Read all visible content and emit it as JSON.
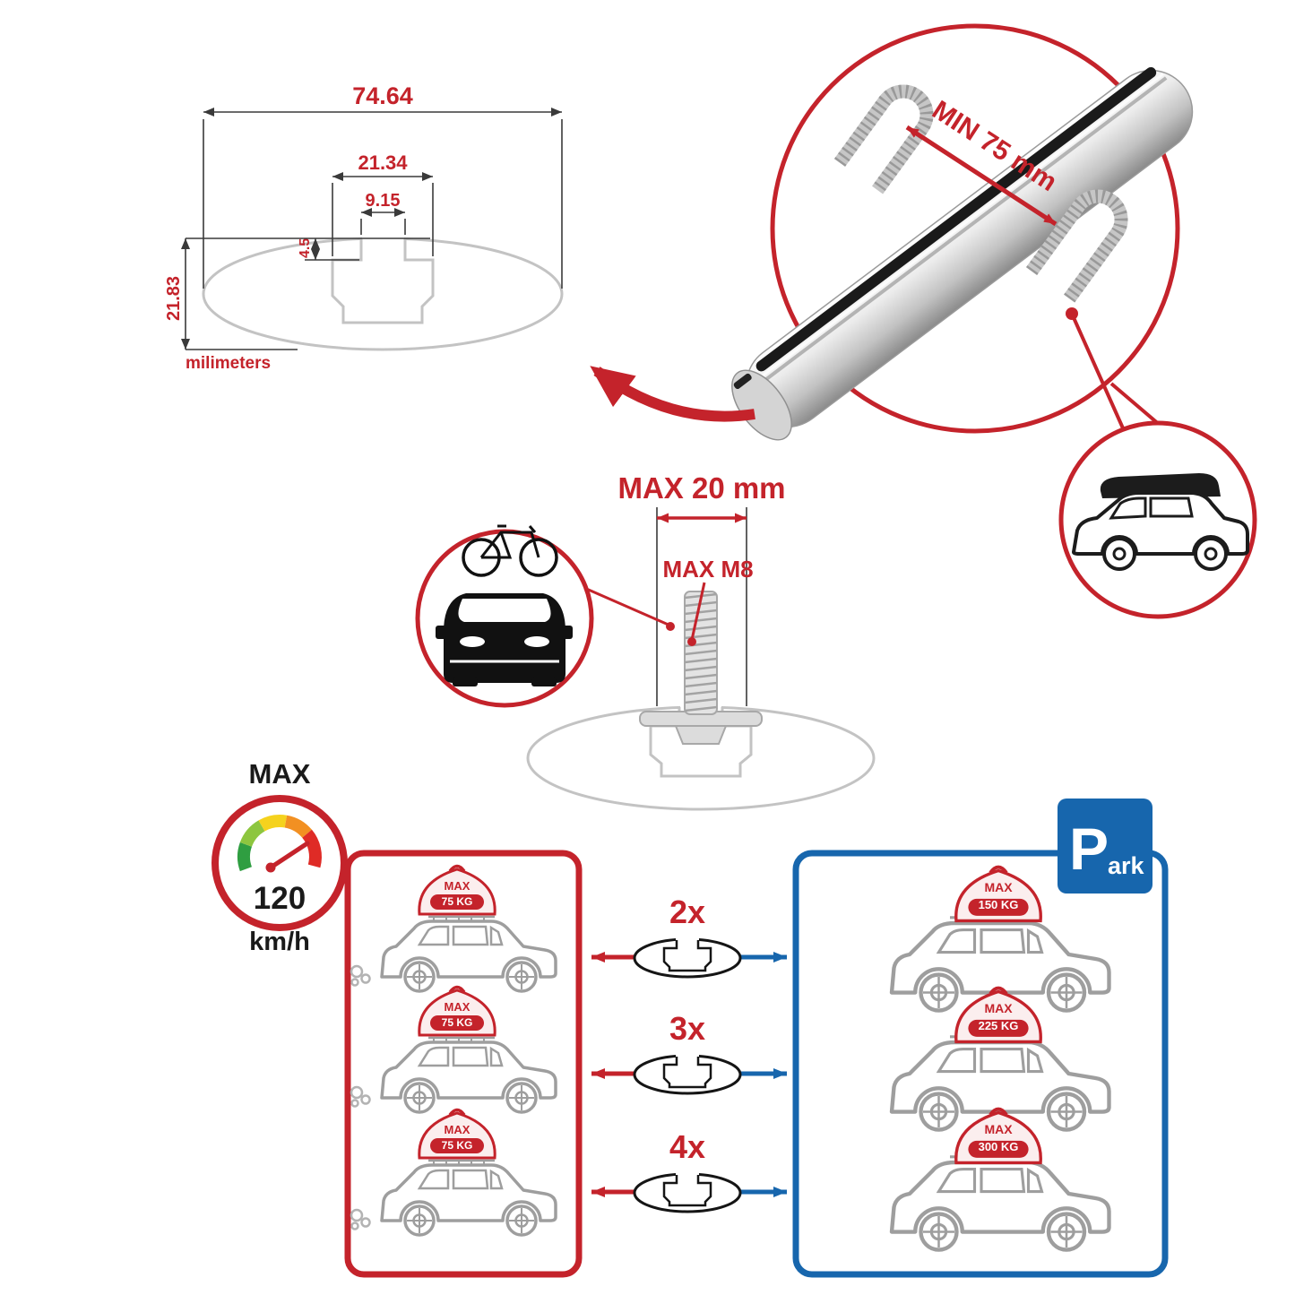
{
  "colors": {
    "red": "#c4232b",
    "blue": "#1766ad",
    "gray": "#b5b5b5"
  },
  "profile_dimensions": {
    "total_width": "74.64",
    "channel_width": "21.34",
    "slot_width": "9.15",
    "slot_depth": "4.5",
    "total_height": "21.83",
    "units": "milimeters"
  },
  "clamp": {
    "min_label": "MIN 75 mm"
  },
  "bolt": {
    "max_width": "MAX 20 mm",
    "max_thread": "MAX M8"
  },
  "speed": {
    "label": "MAX",
    "value": "120",
    "unit": "km/h"
  },
  "park": {
    "p": "P",
    "ark": "ark"
  },
  "rows": [
    {
      "count": "2x",
      "left": {
        "max": "MAX",
        "load": "75 KG"
      },
      "right": {
        "max": "MAX",
        "load": "150 KG"
      }
    },
    {
      "count": "3x",
      "left": {
        "max": "MAX",
        "load": "75 KG"
      },
      "right": {
        "max": "MAX",
        "load": "225 KG"
      }
    },
    {
      "count": "4x",
      "left": {
        "max": "MAX",
        "load": "75 KG"
      },
      "right": {
        "max": "MAX",
        "load": "300 KG"
      }
    }
  ]
}
